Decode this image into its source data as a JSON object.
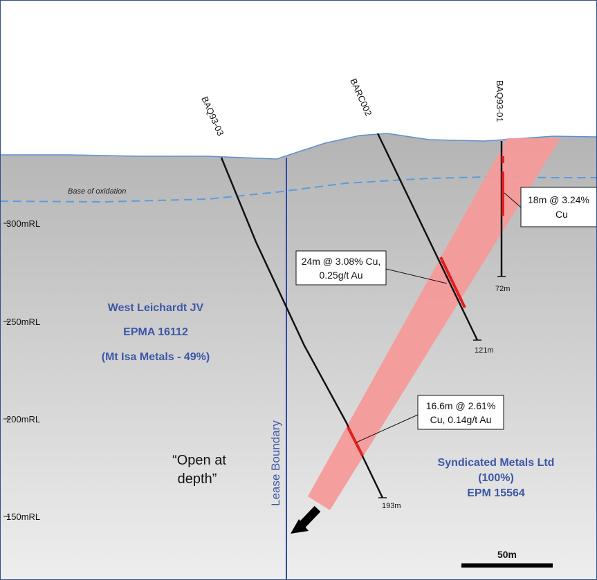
{
  "oxidation_label": "Base of oxidation",
  "rl_labels": [
    "300mRL",
    "250mRL",
    "200mRL",
    "150mRL"
  ],
  "holes": {
    "baq93_03": {
      "name": "BAQ93-03",
      "depth": "193m"
    },
    "barc002": {
      "name": "BARC002",
      "depth": "121m"
    },
    "baq93_01": {
      "name": "BAQ93-01",
      "depth": "72m"
    }
  },
  "intercepts": {
    "baq93_01": {
      "line1": "18m @ 3.24%",
      "line2": "Cu"
    },
    "barc002": {
      "line1": "24m @ 3.08% Cu,",
      "line2": "0.25g/t Au"
    },
    "baq93_03": {
      "line1": "16.6m @ 2.61%",
      "line2": "Cu, 0.14g/t Au"
    }
  },
  "west_tenement": {
    "line1": "West Leichardt JV",
    "line2": "EPMA 16112",
    "line3": "(Mt Isa Metals - 49%)"
  },
  "east_tenement": {
    "line1": "Syndicated Metals Ltd",
    "line2": "(100%)",
    "line3": "EPM 15564"
  },
  "lease_boundary": "Lease Boundary",
  "open_at_depth": {
    "line1": "“Open at",
    "line2": "depth”"
  },
  "scale_bar": "50m",
  "colors": {
    "ground_top": "#b4b4b4",
    "ground_bottom": "#eeeeee",
    "orebody": "#f59a9a",
    "intercept": "#e02020",
    "surface": "#5b8fd0",
    "oxidation": "#5b9be0",
    "lease_line": "#2c48a8",
    "label_blue": "#3d57a6"
  }
}
